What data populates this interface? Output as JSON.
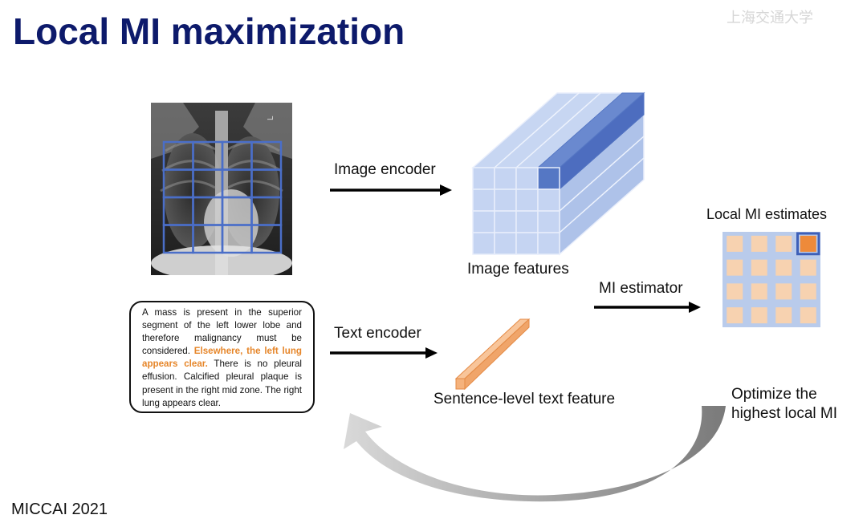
{
  "title": "Local MI maximization",
  "watermark": "上海交通大学",
  "labels": {
    "image_encoder": "Image encoder",
    "image_features": "Image features",
    "local_mi_estimates": "Local MI estimates",
    "mi_estimator": "MI estimator",
    "text_encoder": "Text encoder",
    "sentence_feature": "Sentence-level text feature",
    "optimize_line1": "Optimize the",
    "optimize_line2": "highest local MI"
  },
  "report": {
    "before": "A mass is present in the superior segment of the left lower lobe and therefore malignancy must be considered. ",
    "highlight": "Elsewhere, the left lung appears clear.",
    "after": " There is no pleural effusion. Calcified pleural plaque is present in the right mid zone. The right lung appears clear."
  },
  "footer": "MICCAI 2021",
  "colors": {
    "title": "#0d1a6b",
    "grid_blue": "#4a6ec8",
    "feature_light": "#c5d4f2",
    "feature_dark": "#5577c4",
    "mi_bg": "#b9cbeb",
    "mi_cell": "#f7d2b0",
    "mi_highlight": "#ee8a3a",
    "highlight_text": "#e6862a"
  }
}
